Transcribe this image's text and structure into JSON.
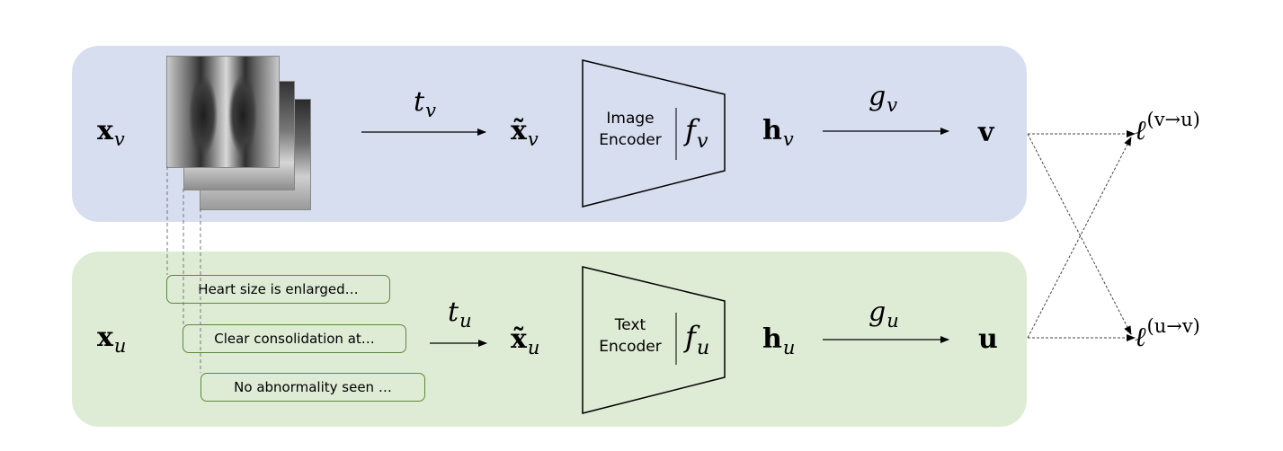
{
  "figure": {
    "vision_branch": {
      "input_symbol": "x",
      "input_sub": "v",
      "transform_symbol": "t",
      "transform_sub": "v",
      "augmented_symbol": "x̃",
      "augmented_sub": "v",
      "encoder_label_line1": "Image",
      "encoder_label_line2": "Encoder",
      "encoder_symbol": "f",
      "encoder_sub": "v",
      "hidden_symbol": "h",
      "hidden_sub": "v",
      "projection_symbol": "g",
      "projection_sub": "v",
      "output_symbol": "v",
      "panel_color": "#d7deef"
    },
    "text_branch": {
      "input_symbol": "x",
      "input_sub": "u",
      "reports": [
        "Heart size is enlarged…",
        "Clear consolidation at…",
        "No abnormality seen …"
      ],
      "transform_symbol": "t",
      "transform_sub": "u",
      "augmented_symbol": "x̃",
      "augmented_sub": "u",
      "encoder_label_line1": "Text",
      "encoder_label_line2": "Encoder",
      "encoder_symbol": "f",
      "encoder_sub": "u",
      "hidden_symbol": "h",
      "hidden_sub": "u",
      "projection_symbol": "g",
      "projection_sub": "u",
      "output_symbol": "u",
      "panel_color": "#deebd5",
      "report_border_color": "#5a8a3c"
    },
    "losses": [
      {
        "symbol": "ℓ",
        "sup": "(v→u)"
      },
      {
        "symbol": "ℓ",
        "sup": "(u→v)"
      }
    ],
    "images": {
      "xray_stack_count": 3
    }
  }
}
